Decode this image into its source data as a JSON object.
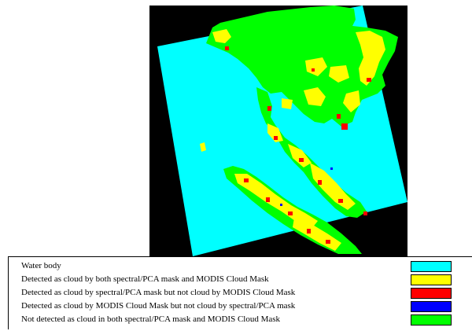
{
  "map": {
    "colors": {
      "frame": "#000000",
      "water": "#00ffff",
      "both_cloud": "#ffff00",
      "spectral_only": "#ff0000",
      "modis_only": "#0000ff",
      "clear_land": "#00ff00"
    }
  },
  "legend": {
    "items": [
      {
        "label": "Water body",
        "color": "#00ffff"
      },
      {
        "label": "Detected as cloud by both spectral/PCA mask and MODIS Cloud Mask",
        "color": "#ffff00"
      },
      {
        "label": "Detected as cloud by spectral/PCA mask but not cloud by MODIS Cloud Mask",
        "color": "#ff0000"
      },
      {
        "label": "Detected as cloud by MODIS Cloud Mask but not cloud by spectral/PCA mask",
        "color": "#0000ff"
      },
      {
        "label": "Not detected as cloud in both spectral/PCA mask and MODIS Cloud Mask",
        "color": "#00ff00"
      }
    ]
  }
}
